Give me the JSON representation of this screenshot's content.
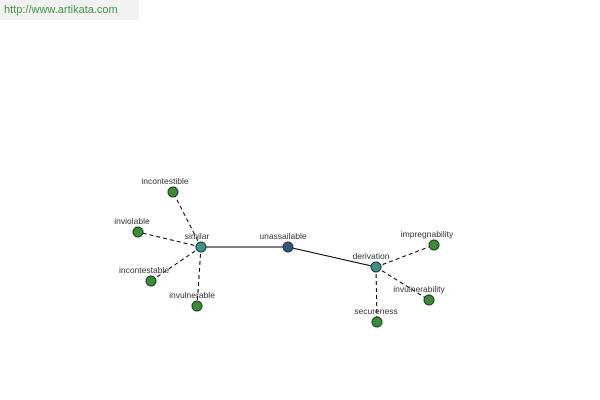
{
  "source_url": "http://www.artikata.com",
  "colors": {
    "root_node": "#3a4f8c",
    "hub_node": "#3f8f8f",
    "leaf_node": "#3d8a3d",
    "node_stroke": "#1e3f1e",
    "edge": "#000000",
    "link_text": "#449944"
  },
  "nodes": [
    {
      "id": "unassailable",
      "label": "unassailable",
      "kind": "root"
    },
    {
      "id": "similar",
      "label": "similar",
      "kind": "hub"
    },
    {
      "id": "derivation",
      "label": "derivation",
      "kind": "hub"
    },
    {
      "id": "incontestible",
      "label": "incontestible",
      "kind": "leaf"
    },
    {
      "id": "inviolable",
      "label": "inviolable",
      "kind": "leaf"
    },
    {
      "id": "incontestable",
      "label": "incontestable",
      "kind": "leaf"
    },
    {
      "id": "invulnerable",
      "label": "invulnerable",
      "kind": "leaf"
    },
    {
      "id": "impregnability",
      "label": "impregnability",
      "kind": "leaf"
    },
    {
      "id": "invulnerability",
      "label": "invulnerability",
      "kind": "leaf"
    },
    {
      "id": "secureness",
      "label": "secureness",
      "kind": "leaf"
    }
  ],
  "edges": [
    {
      "from": "unassailable",
      "to": "similar",
      "style": "solid"
    },
    {
      "from": "unassailable",
      "to": "derivation",
      "style": "solid"
    },
    {
      "from": "similar",
      "to": "incontestible",
      "style": "dashed"
    },
    {
      "from": "similar",
      "to": "inviolable",
      "style": "dashed"
    },
    {
      "from": "similar",
      "to": "incontestable",
      "style": "dashed"
    },
    {
      "from": "similar",
      "to": "invulnerable",
      "style": "dashed"
    },
    {
      "from": "derivation",
      "to": "impregnability",
      "style": "dashed"
    },
    {
      "from": "derivation",
      "to": "invulnerability",
      "style": "dashed"
    },
    {
      "from": "derivation",
      "to": "secureness",
      "style": "dashed"
    }
  ]
}
